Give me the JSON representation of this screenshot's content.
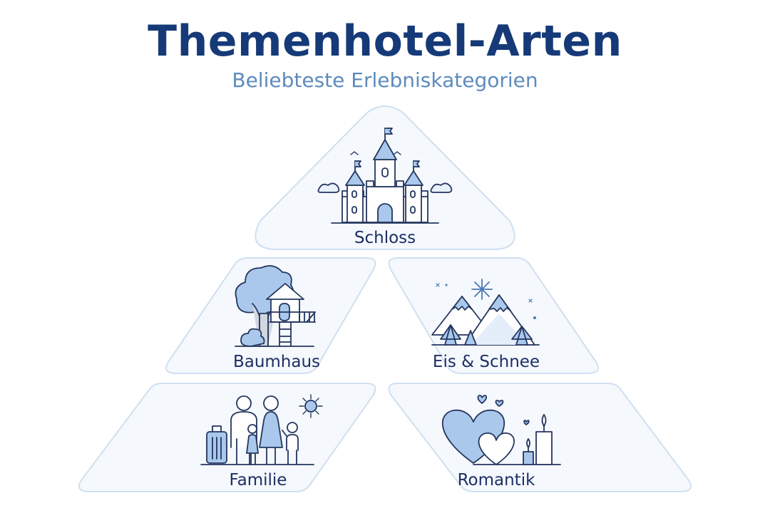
{
  "header": {
    "title": "Themenhotel-Arten",
    "subtitle": "Beliebteste Erlebniskategorien"
  },
  "tiers": [
    {
      "label": "Schloss",
      "icon": "castle-icon"
    },
    {
      "label": "Baumhaus",
      "icon": "treehouse-icon"
    },
    {
      "label": "Eis & Schnee",
      "icon": "snow-mountain-icon"
    },
    {
      "label": "Familie",
      "icon": "family-icon"
    },
    {
      "label": "Romantik",
      "icon": "hearts-candle-icon"
    }
  ],
  "colors": {
    "title": "#163a78",
    "subtitle": "#5e8bbd",
    "panel_fill": "#f5f8fc",
    "panel_stroke": "#cfe0f1",
    "icon_stroke": "#24365f",
    "icon_fill": "#a9c8ec"
  }
}
